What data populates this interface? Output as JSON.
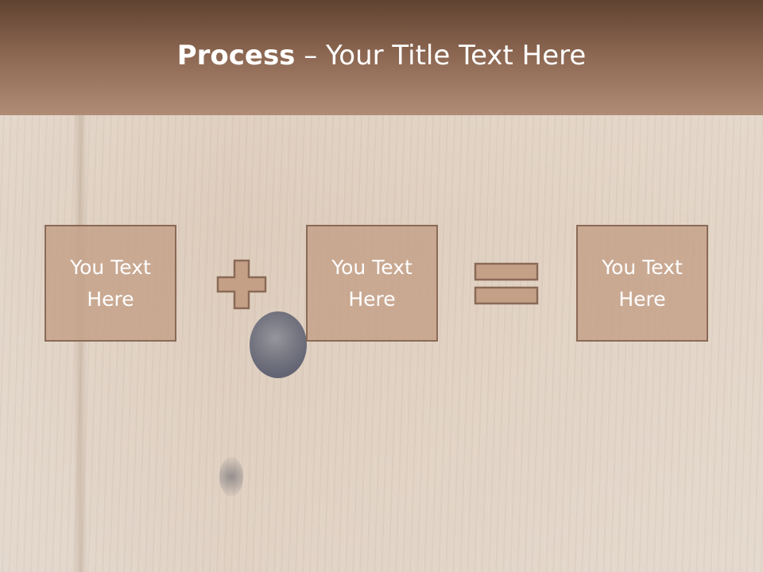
{
  "slide": {
    "title_bold": "Process",
    "title_rest": " – Your Title Text Here",
    "boxes": [
      {
        "line1": "You Text",
        "line2": "Here"
      },
      {
        "line1": "You Text",
        "line2": "Here"
      },
      {
        "line1": "You Text",
        "line2": "Here"
      }
    ],
    "operators": [
      "plus-icon",
      "equals-icon"
    ]
  },
  "colors": {
    "title_bar_dark": "#5f4331",
    "title_bar_light": "#b08b76",
    "box_fill": "#c4a087",
    "box_border": "#8a6a57",
    "text": "#ffffff"
  }
}
